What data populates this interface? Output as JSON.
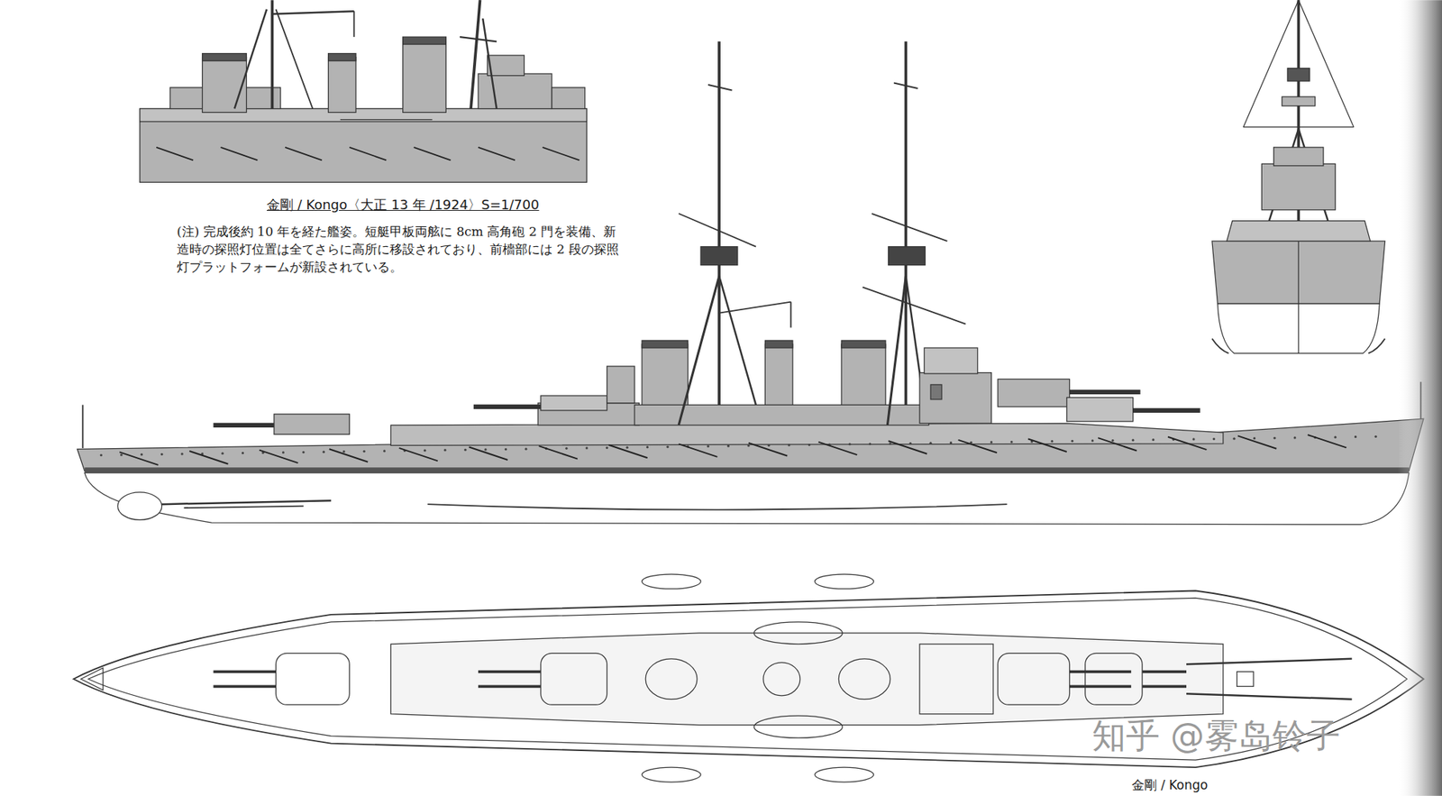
{
  "diagram": {
    "title": "金剛 / Kongo〈大正 13 年 /1924〉S=1/700",
    "caption": "(注) 完成後約 10 年を経た艦姿。短艇甲板両舷に 8cm 高角砲 2 門を装備、新造時の探照灯位置は全てさらに高所に移設されており、前檣部には 2 段の探照灯プラットフォームが新設されている。",
    "labels": [
      "知乎 @雾岛铃子",
      "金剛 / Kongo"
    ]
  }
}
